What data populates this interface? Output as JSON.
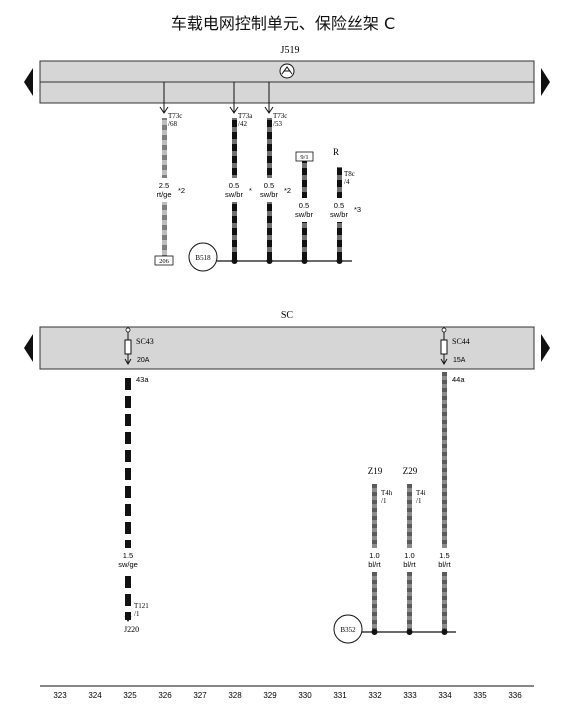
{
  "title": "车载电网控制单元、保险丝架 C",
  "top_unit": {
    "name": "J519",
    "pins": [
      {
        "conn": "T73c",
        "pin": "/68",
        "size": "2.5",
        "color": "rt/ge",
        "note": "*2"
      },
      {
        "conn": "T73a",
        "pin": "/42",
        "size": "0.5",
        "color": "sw/br",
        "note": "*"
      },
      {
        "conn": "T73c",
        "pin": "/53",
        "size": "0.5",
        "color": "sw/br",
        "note": "*2"
      }
    ],
    "box_206": "206",
    "box_9": "9/1",
    "relay": {
      "name": "R",
      "conn": "T8c",
      "pin": "/4"
    },
    "wire_9": {
      "size": "0.5",
      "color": "sw/br"
    },
    "wire_r": {
      "size": "0.5",
      "color": "sw/br",
      "note": "*3"
    },
    "ground": "B518"
  },
  "bottom_unit": {
    "name": "SC",
    "fuse1": {
      "name": "SC43",
      "rating": "20A",
      "wire_id": "43a",
      "size": "1.5",
      "color": "sw/ge",
      "conn": "T121",
      "pin": "/1",
      "dest": "J220"
    },
    "fuse2": {
      "name": "SC44",
      "rating": "15A",
      "wire_id": "44a",
      "size": "1.5",
      "color": "bl/rt"
    },
    "z19": {
      "name": "Z19",
      "conn": "T4h",
      "pin": "/1",
      "size": "1.0",
      "color": "bl/rt"
    },
    "z29": {
      "name": "Z29",
      "conn": "T4i",
      "pin": "/1",
      "size": "1.0",
      "color": "bl/rt"
    },
    "ground": "B352"
  },
  "scale": [
    "323",
    "324",
    "325",
    "326",
    "327",
    "328",
    "329",
    "330",
    "331",
    "332",
    "333",
    "334",
    "335",
    "336"
  ]
}
